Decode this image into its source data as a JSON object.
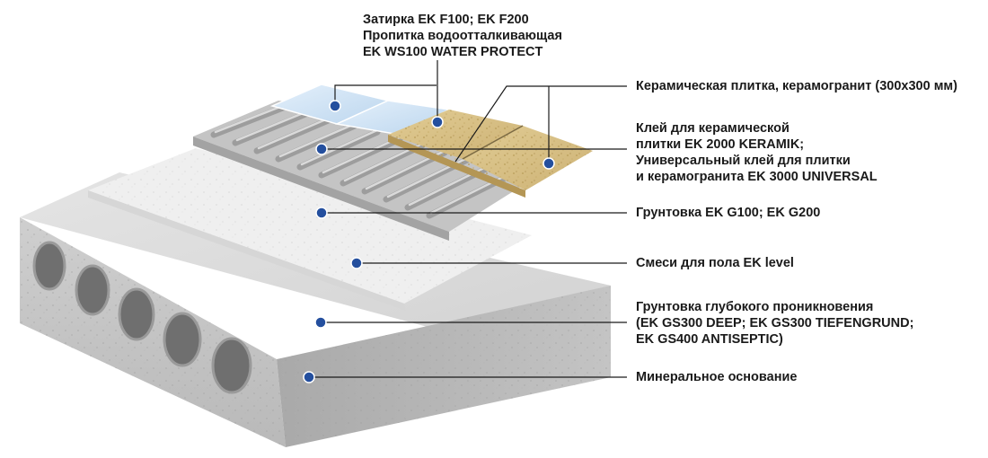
{
  "colors": {
    "marker": "#244f9e",
    "leader_line": "#1a1a1a",
    "concrete": "#cfcfcf",
    "leveling": "#ececec",
    "adhesive": "#b8b8b8",
    "tile_beige": "#dcc58a",
    "tile_blue": "#c9dff2"
  },
  "top_label": {
    "line1": "Затирка EK F100; EK F200",
    "line2": "Пропитка водоотталкивающая",
    "line3": "EK WS100 WATER PROTECT"
  },
  "labels": {
    "tile": "Керамическая плитка, керамогранит (300х300 мм)",
    "adhesive": {
      "line1": "Клей для керамической",
      "line2": "плитки EK 2000 KERAMIK;",
      "line3": "Универсальный клей для плитки",
      "line4": "и керамогранита EK 3000 UNIVERSAL"
    },
    "primer": "Грунтовка EK G100; EK G200",
    "leveling": "Смеси для пола EK level",
    "deep_primer": {
      "line1": "Грунтовка глубокого проникновения",
      "line2": "(EK GS300 DEEP; EK GS300 TIEFENGRUND;",
      "line3": "EK GS400 ANTISEPTIC)"
    },
    "base": "Минеральное основание"
  }
}
